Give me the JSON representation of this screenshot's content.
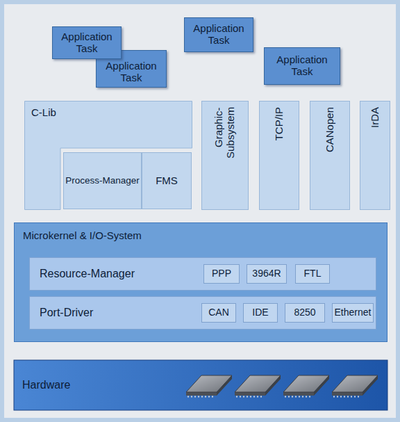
{
  "diagram": {
    "nodes": [
      {
        "text": [
          "Application Task"
        ]
      },
      {
        "text": [
          "Application Task"
        ]
      },
      {
        "text": [
          "Application Task"
        ]
      },
      {
        "text": [
          "Application Task"
        ]
      },
      {
        "text": [
          "C-Lib"
        ]
      },
      {
        "text": [
          "Process-Manager"
        ],
        "in": 4
      },
      {
        "text": [
          "FMS"
        ],
        "in": 4
      },
      {
        "text": [
          "Graphic-Subsystem"
        ]
      },
      {
        "text": [
          "TCP/IP"
        ]
      },
      {
        "text": [
          "CANopen"
        ]
      },
      {
        "text": [
          "IrDA"
        ]
      },
      {
        "text": [
          "Microkernel & I/O-System"
        ]
      },
      {
        "text": [
          "Resource-Manager"
        ],
        "in": 11
      },
      {
        "text": [
          "PPP"
        ],
        "in": 12
      },
      {
        "text": [
          "3964R"
        ],
        "in": 12
      },
      {
        "text": [
          "FTL"
        ],
        "in": 12
      },
      {
        "text": [
          "Port-Driver"
        ],
        "in": 11
      },
      {
        "text": [
          "CAN"
        ],
        "in": 16
      },
      {
        "text": [
          "IDE"
        ],
        "in": 16
      },
      {
        "text": [
          "8250"
        ],
        "in": 16
      },
      {
        "text": [
          "Ethernet"
        ],
        "in": 16
      },
      {
        "text": [
          "Hardware"
        ]
      }
    ]
  }
}
